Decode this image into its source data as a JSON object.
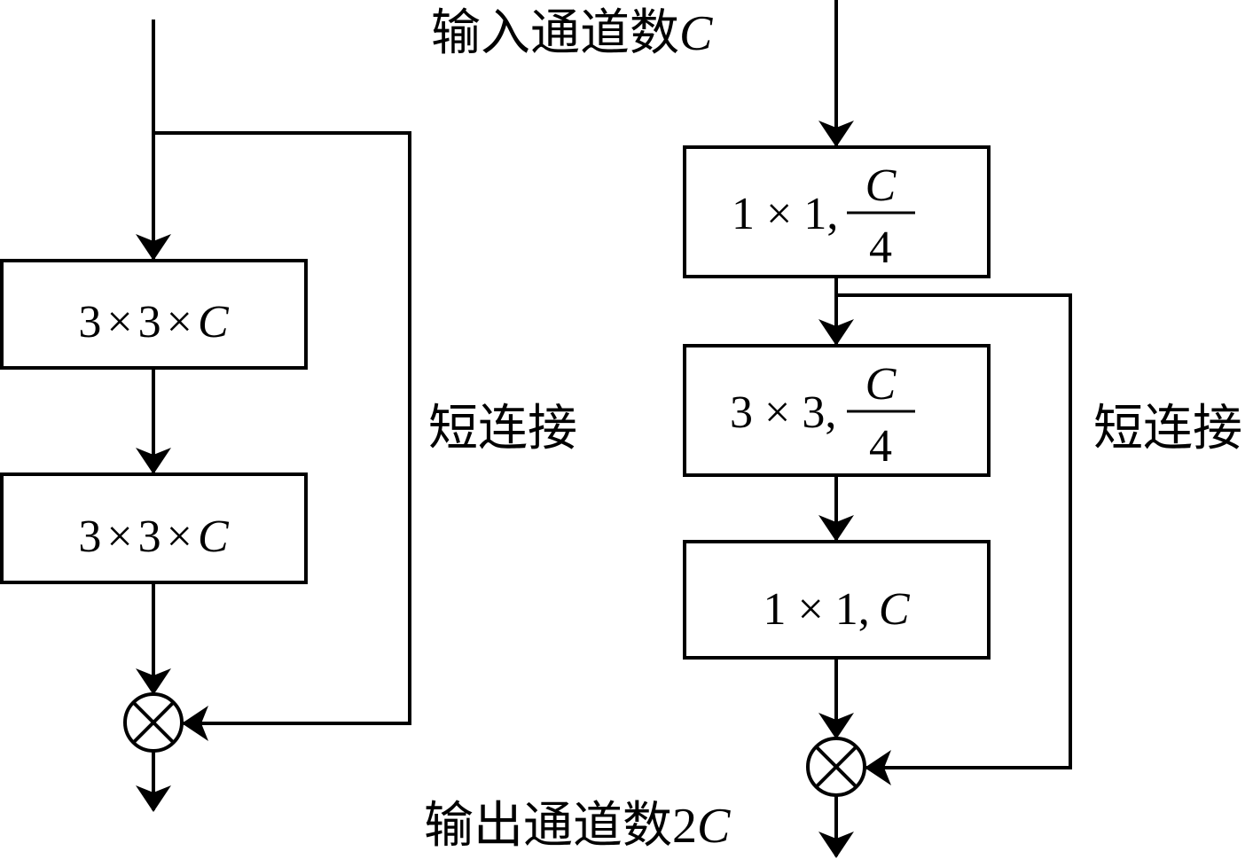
{
  "labels": {
    "input_prefix": "输入通道数",
    "input_var": "C",
    "output_prefix": "输出通道数",
    "output_num": "2",
    "output_var": "C",
    "shortcut_left": "短连接",
    "shortcut_right": "短连接"
  },
  "left_block": {
    "box1": {
      "a": "3",
      "times1": "×",
      "b": "3",
      "times2": "×",
      "c": "C"
    },
    "box2": {
      "a": "3",
      "times1": "×",
      "b": "3",
      "times2": "×",
      "c": "C"
    }
  },
  "right_block": {
    "box1": {
      "prefix": "1 × 1,",
      "numerator": "C",
      "denominator": "4"
    },
    "box2": {
      "prefix": "3 × 3,",
      "numerator": "C",
      "denominator": "4"
    },
    "box3": {
      "prefix": "1 × 1,",
      "var": "C"
    }
  },
  "colors": {
    "stroke": "#000000",
    "background": "#ffffff"
  },
  "icons": {
    "sum_node": "circled-times-icon",
    "arrow": "arrow-head-icon"
  }
}
